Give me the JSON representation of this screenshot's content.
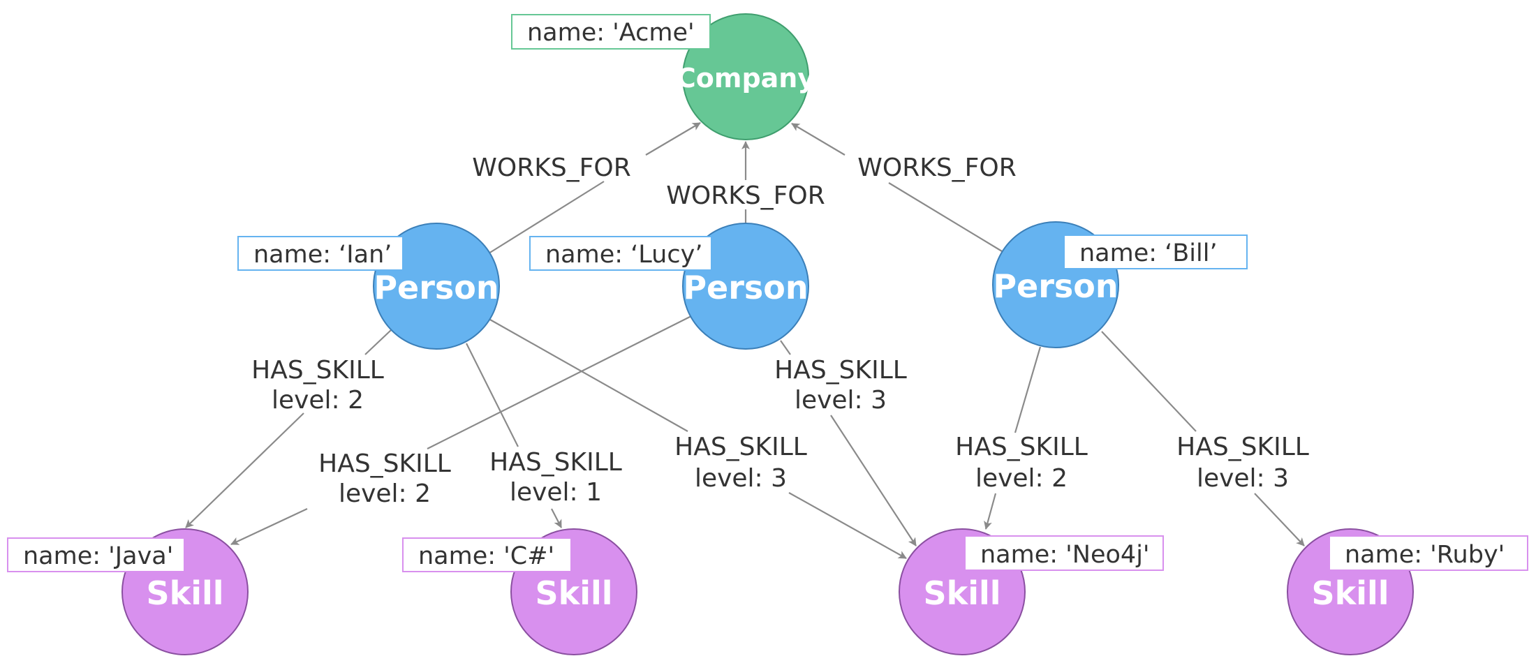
{
  "colors": {
    "company_fill": "#66c795",
    "company_stroke": "#3f9e6e",
    "person_fill": "#65b3f0",
    "person_stroke": "#3b7fb8",
    "skill_fill": "#d890ee",
    "skill_stroke": "#8a4fa0",
    "edge": "#8a8a8a"
  },
  "nodes": {
    "company": {
      "label": "Company",
      "prop": "name: 'Acme'"
    },
    "ian": {
      "label": "Person",
      "prop": "name: ‘Ian’"
    },
    "lucy": {
      "label": "Person",
      "prop": "name: ‘Lucy’"
    },
    "bill": {
      "label": "Person",
      "prop": "name: ‘Bill’"
    },
    "java": {
      "label": "Skill",
      "prop": "name: 'Java'"
    },
    "csharp": {
      "label": "Skill",
      "prop": "name: 'C#'"
    },
    "neo4j": {
      "label": "Skill",
      "prop": "name: 'Neo4j'"
    },
    "ruby": {
      "label": "Skill",
      "prop": "name: 'Ruby'"
    }
  },
  "edges": {
    "ian_works": {
      "type": "WORKS_FOR"
    },
    "lucy_works": {
      "type": "WORKS_FOR"
    },
    "bill_works": {
      "type": "WORKS_FOR"
    },
    "ian_java": {
      "type": "HAS_SKILL",
      "prop": "level: 2"
    },
    "ian_csharp": {
      "type": "HAS_SKILL",
      "prop": "level: 1"
    },
    "ian_neo4j": {
      "type": "HAS_SKILL",
      "prop": "level: 3"
    },
    "lucy_java": {
      "type": "HAS_SKILL",
      "prop": "level: 2"
    },
    "lucy_neo4j": {
      "type": "HAS_SKILL",
      "prop": "level: 3"
    },
    "bill_neo4j": {
      "type": "HAS_SKILL",
      "prop": "level: 2"
    },
    "bill_ruby": {
      "type": "HAS_SKILL",
      "prop": "level: 3"
    }
  }
}
